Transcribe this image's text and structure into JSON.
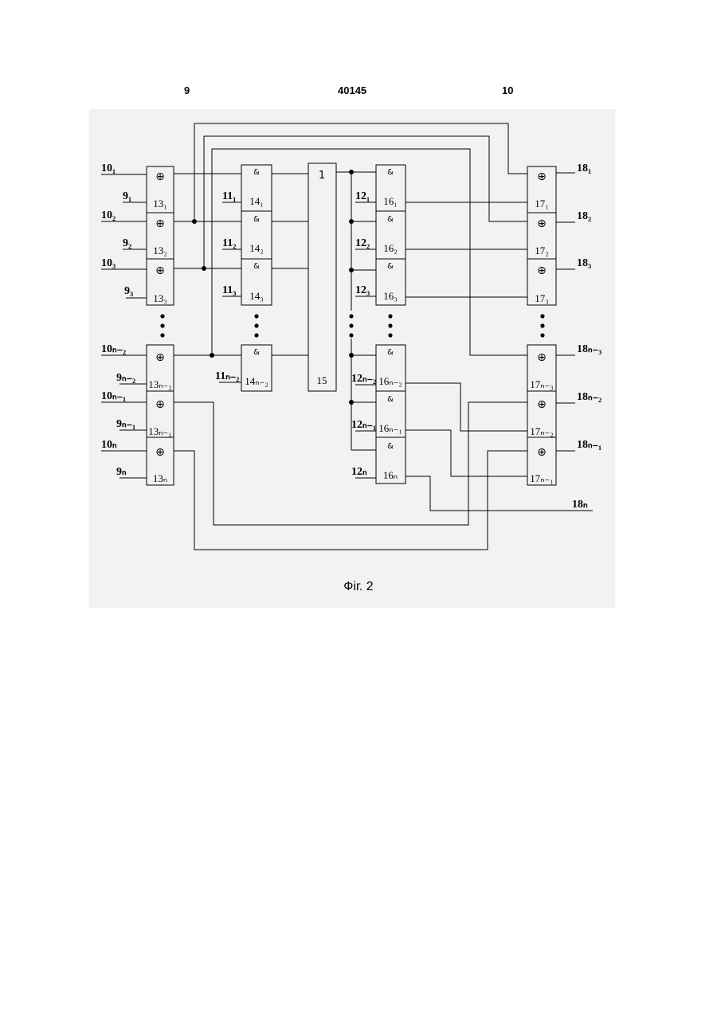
{
  "header": {
    "left_page": "9",
    "patent_number": "40145",
    "right_page": "10"
  },
  "caption": "Фіг. 2",
  "symbols": {
    "xor": "⊕",
    "and": "&",
    "or": "1"
  },
  "blocks": {
    "b13": [
      "13₁",
      "13₂",
      "13₃",
      "13ₙ₋₂",
      "13ₙ₋₁",
      "13ₙ"
    ],
    "b14": [
      "14₁",
      "14₂",
      "14₃",
      "14ₙ₋₂"
    ],
    "b15": "15",
    "b16": [
      "16₁",
      "16₂",
      "16₃",
      "16ₙ₋₂",
      "16ₙ₋₁",
      "16ₙ"
    ],
    "b17": [
      "17₁",
      "17₂",
      "17₃",
      "17ₙ₋₃",
      "17ₙ₋₂",
      "17ₙ₋₁"
    ]
  },
  "inputs": {
    "in10": [
      "10₁",
      "10₂",
      "10₃",
      "10ₙ₋₂",
      "10ₙ₋₁",
      "10ₙ"
    ],
    "in9": [
      "9₁",
      "9₂",
      "9₃",
      "9ₙ₋₂",
      "9ₙ₋₁",
      "9ₙ"
    ],
    "in11": [
      "11₁",
      "11₂",
      "11₃",
      "11ₙ₋₂"
    ],
    "in12": [
      "12₁",
      "12₂",
      "12₃",
      "12ₙ₋₂",
      "12ₙ₋₁",
      "12ₙ"
    ]
  },
  "outputs": {
    "out18": [
      "18₁",
      "18₂",
      "18₃",
      "18ₙ₋₃",
      "18ₙ₋₂",
      "18ₙ₋₁",
      "18ₙ"
    ]
  }
}
